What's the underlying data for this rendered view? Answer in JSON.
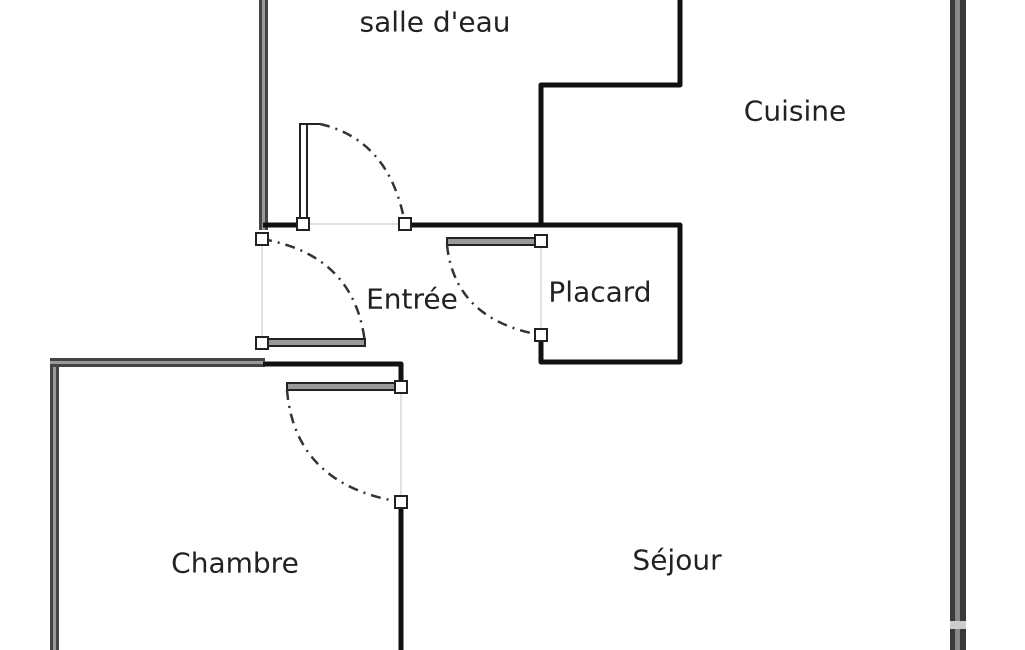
{
  "rooms": {
    "bathroom": "salle d'eau",
    "kitchen": "Cuisine",
    "entrance": "Entrée",
    "closet": "Placard",
    "bedroom": "Chambre",
    "living": "Séjour"
  }
}
